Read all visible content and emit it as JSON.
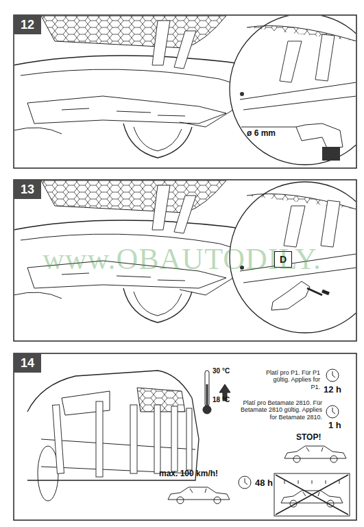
{
  "diagram": {
    "nodes": [
      {
        "text": [
          "12"
        ]
      },
      {
        "text": [
          "13"
        ]
      },
      {
        "text": [
          "D"
        ]
      },
      {
        "text": [
          "14"
        ]
      }
    ],
    "labels": [
      "ø 6 mm",
      "www.OBAUTODILY.",
      "30 °C",
      "18 °C",
      "Platí pro P1. Für P1 gültig. Applies for P1.",
      "12 h",
      "Platí pro Betamate 2810. Für Betamate 2810 gültig. Applies for Betamate 2810.",
      "1 h",
      "STOP!",
      "max. 100 km/h!",
      "48 h"
    ]
  }
}
